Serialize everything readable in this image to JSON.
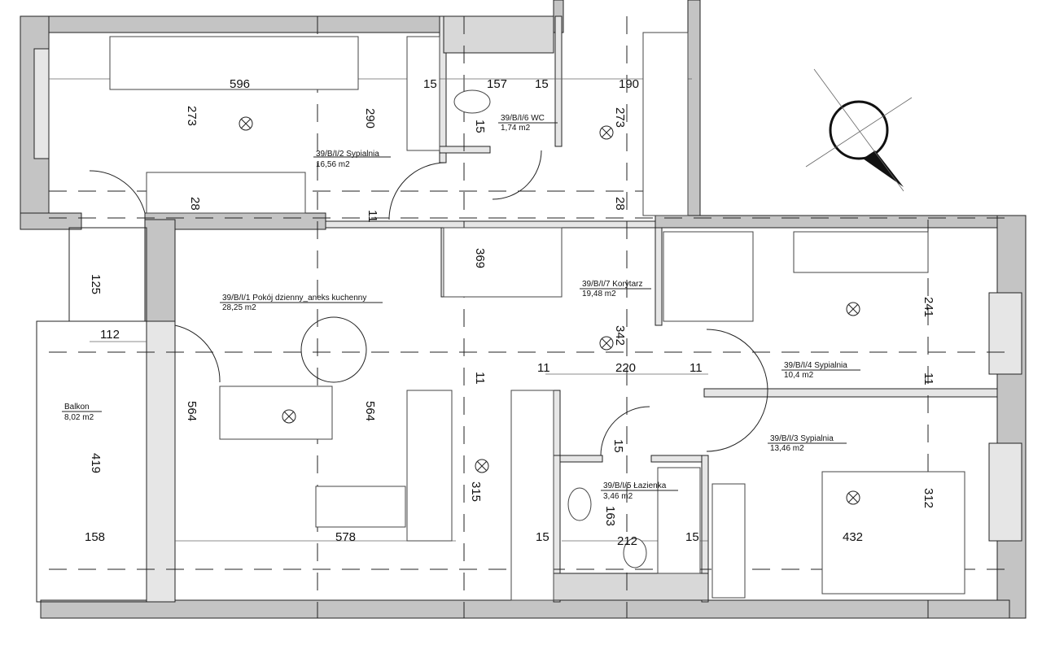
{
  "rooms": [
    {
      "id": "r1",
      "name": "39/B/I/1 Pokój dzienny_aneks kuchenny",
      "area": "28,25 m2"
    },
    {
      "id": "r2",
      "name": "39/B/I/2 Sypialnia",
      "area": "16,56 m2"
    },
    {
      "id": "r3",
      "name": "39/B/I/3 Sypialnia",
      "area": "13,46 m2"
    },
    {
      "id": "r4",
      "name": "39/B/I/4 Sypialnia",
      "area": "10,4 m2"
    },
    {
      "id": "r5",
      "name": "39/B/I/5 Łazienka",
      "area": "3,46 m2"
    },
    {
      "id": "r6",
      "name": "39/B/I/6 WC",
      "area": "1,74 m2"
    },
    {
      "id": "r7",
      "name": "39/B/I/7 Korytarz",
      "area": "19,48 m2"
    },
    {
      "id": "balcony",
      "name": "Balkon",
      "area": "8,02 m2"
    }
  ],
  "dimensions": [
    "596",
    "273",
    "290",
    "157",
    "15",
    "15",
    "15",
    "190",
    "273",
    "28",
    "11",
    "28",
    "369",
    "342",
    "125",
    "112",
    "564",
    "564",
    "11",
    "11",
    "220",
    "11",
    "241",
    "11",
    "15",
    "419",
    "315",
    "163",
    "212",
    "15",
    "15",
    "312",
    "432",
    "158",
    "578"
  ],
  "colors": {
    "wall": "#c4c4c4",
    "line": "#222222"
  }
}
